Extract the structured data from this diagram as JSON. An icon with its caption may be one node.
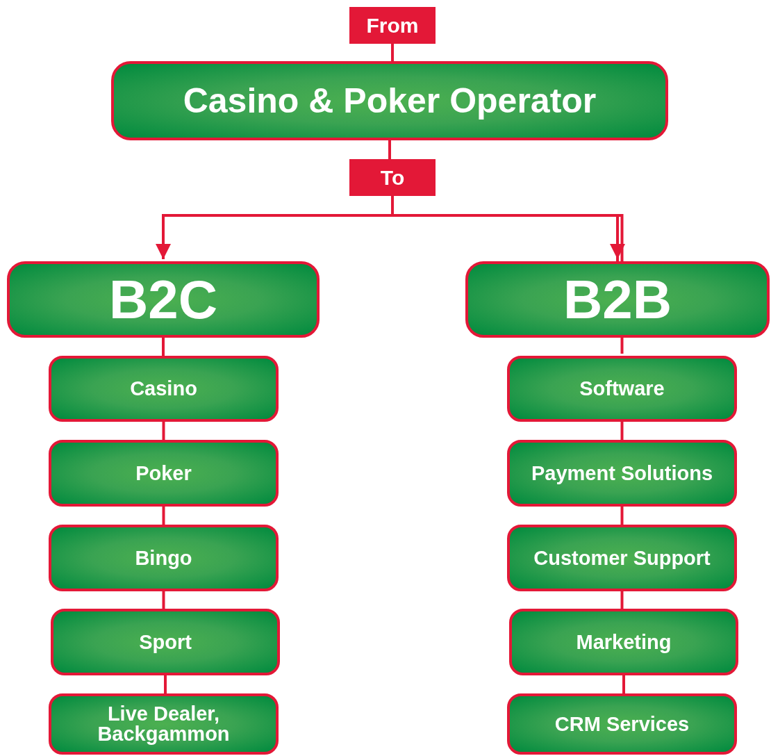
{
  "diagram": {
    "nodes": [
      {
        "text": [
          "From"
        ]
      },
      {
        "text": [
          "Casino & Poker Operator"
        ]
      },
      {
        "text": [
          "To"
        ]
      },
      {
        "text": [
          "B2C"
        ]
      },
      {
        "text": [
          "B2B"
        ]
      },
      {
        "text": [
          "Casino"
        ]
      },
      {
        "text": [
          "Poker"
        ]
      },
      {
        "text": [
          "Bingo"
        ]
      },
      {
        "text": [
          "Sport"
        ]
      },
      {
        "text": [
          "Live Dealer, Backgammon"
        ]
      },
      {
        "text": [
          "Software"
        ]
      },
      {
        "text": [
          "Payment Solutions"
        ]
      },
      {
        "text": [
          "Customer Support"
        ]
      },
      {
        "text": [
          "Marketing"
        ]
      },
      {
        "text": [
          "CRM Services"
        ]
      }
    ],
    "edges": [
      {
        "from": 0,
        "to": 1,
        "arrow": "none"
      },
      {
        "from": 1,
        "to": 2,
        "arrow": "none"
      },
      {
        "from": 2,
        "to": 3,
        "arrow": "to"
      },
      {
        "from": 2,
        "to": 4,
        "arrow": "to"
      },
      {
        "from": 3,
        "to": 5,
        "arrow": "none"
      },
      {
        "from": 5,
        "to": 6,
        "arrow": "none"
      },
      {
        "from": 6,
        "to": 7,
        "arrow": "none"
      },
      {
        "from": 7,
        "to": 8,
        "arrow": "none"
      },
      {
        "from": 8,
        "to": 9,
        "arrow": "none"
      },
      {
        "from": 4,
        "to": 10,
        "arrow": "none"
      },
      {
        "from": 10,
        "to": 11,
        "arrow": "none"
      },
      {
        "from": 11,
        "to": 12,
        "arrow": "none"
      },
      {
        "from": 12,
        "to": 13,
        "arrow": "none"
      },
      {
        "from": 13,
        "to": 14,
        "arrow": "none"
      }
    ]
  }
}
